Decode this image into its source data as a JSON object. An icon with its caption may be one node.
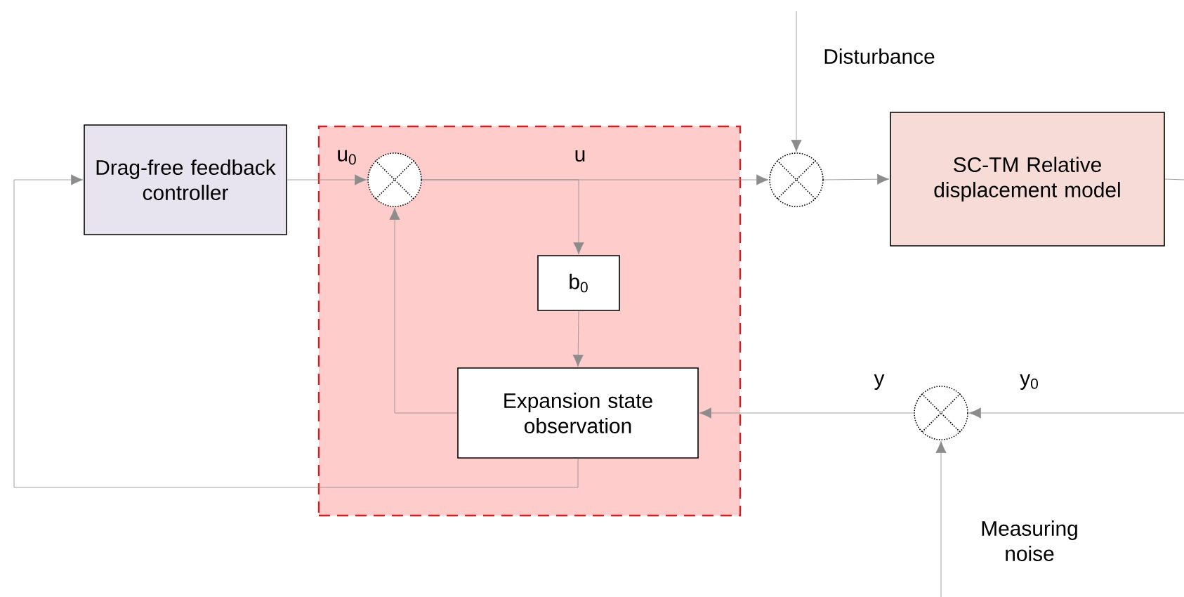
{
  "diagram": {
    "nodes": [
      {
        "text": [
          "Drag-free feedback controller"
        ]
      },
      {
        "text": [],
        "shape": "box"
      },
      {
        "text": [],
        "shape": "circle",
        "in": 1
      },
      {
        "text": [
          "b$_{0}$"
        ],
        "in": 1
      },
      {
        "text": [
          "Expansion state observation"
        ],
        "in": 1
      },
      {
        "text": [],
        "shape": "circle"
      },
      {
        "text": [
          "SC-TM Relative displacement model"
        ]
      },
      {
        "text": [],
        "shape": "circle"
      }
    ],
    "edges": [
      {
        "from": 0,
        "to": 2,
        "arrow": "to",
        "label": "u$_{0}$"
      },
      {
        "from": 2,
        "to": 5,
        "arrow": "to",
        "label": "u"
      },
      {
        "from": 5,
        "to": 6,
        "arrow": "to"
      },
      {
        "from": 6,
        "to": null,
        "arrow": "none"
      },
      {
        "from": null,
        "to": 7,
        "arrow": "to",
        "label": "y$_{0}$"
      },
      {
        "from": 7,
        "to": 4,
        "arrow": "to",
        "label": "y"
      },
      {
        "from": 4,
        "to": 2,
        "arrow": "to"
      },
      {
        "from": 4,
        "to": 0,
        "arrow": "to"
      },
      {
        "from": null,
        "to": 5,
        "arrow": "to",
        "label": "Disturbance"
      },
      {
        "from": null,
        "to": 7,
        "arrow": "to",
        "label": "Measuring noise"
      },
      {
        "from": 2,
        "to": 3,
        "arrow": "to"
      },
      {
        "from": 3,
        "to": 4,
        "arrow": "to"
      }
    ]
  }
}
